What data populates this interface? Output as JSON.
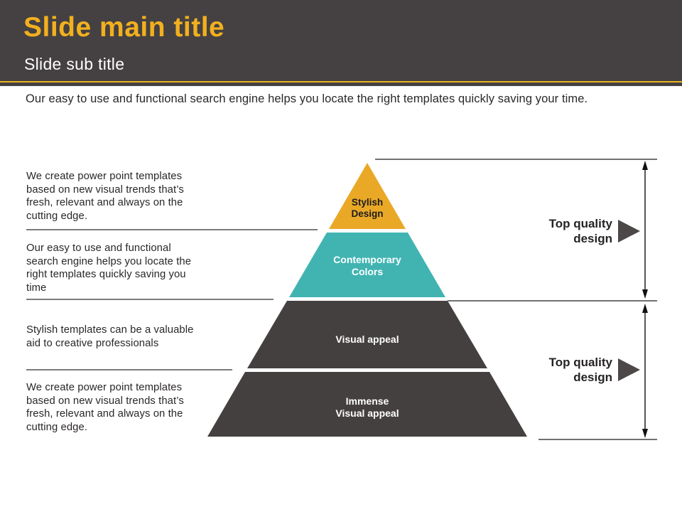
{
  "header": {
    "title": "Slide main title",
    "subtitle": "Slide sub title"
  },
  "intro_text": "Our easy to use and functional search engine  helps you locate the right templates quickly saving your time.",
  "left_notes": [
    {
      "text": "We create power point templates\nbased on new visual trends that’s\nfresh, relevant and always on the\ncutting edge."
    },
    {
      "text": "Our easy to use and functional\nsearch engine helps you locate the\nright templates quickly saving you\ntime"
    },
    {
      "text": "Stylish templates can be a valuable\naid to creative professionals"
    },
    {
      "text": "We create power point templates\nbased on new visual trends that’s\nfresh, relevant and always on the\ncutting edge."
    }
  ],
  "pyramid": {
    "levels": [
      {
        "label": "Stylish\nDesign",
        "color": "#EAA827"
      },
      {
        "label": "Contemporary\nColors",
        "color": "#41B4B2"
      },
      {
        "label": "Visual appeal",
        "color": "#454040"
      },
      {
        "label": "Immense\nVisual appeal",
        "color": "#454040"
      }
    ]
  },
  "right_callouts": [
    {
      "label": "Top quality\ndesign"
    },
    {
      "label": "Top quality\ndesign"
    }
  ],
  "colors": {
    "header_bg": "#454142",
    "title_yellow": "#F2B01E",
    "accent_line_yellow": "#E8B421",
    "play_icon_gray": "#4D4848",
    "line_black": "#1c1c1c"
  }
}
